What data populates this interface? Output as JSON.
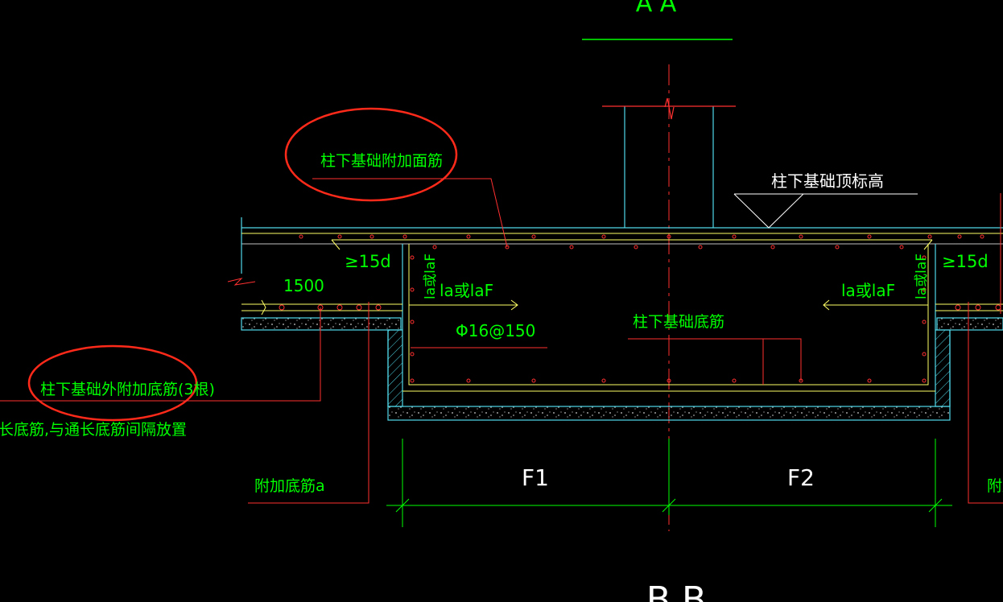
{
  "labels": {
    "top_section_mark": "A  A",
    "bottom_section_mark": "B  B",
    "extra_top_bar": "柱下基础附加面筋",
    "foundation_top_elevation": "柱下基础顶标高",
    "hook_15d_left": "≥15d",
    "hook_15d_right": "≥15d",
    "anchor_vertical_left": "la或laF",
    "anchor_vertical_right": "la或laF",
    "anchor_horizontal_left": "la或laF",
    "anchor_horizontal_right": "la或laF",
    "dim_1500": "1500",
    "rebar_spec": "Φ16@150",
    "foundation_bottom_bar": "柱下基础底筋",
    "outer_extra_bottom_bar": "柱下基础外附加底筋(3根)",
    "note_alternate": "长底筋,与通长底筋间隔放置",
    "extra_bottom_bar_a_left": "附加底筋a",
    "extra_bottom_bar_a_right": "附加",
    "dim_f1": "F1",
    "dim_f2": "F2"
  },
  "colors": {
    "background": "#000000",
    "text_green": "#00ff00",
    "text_white": "#ffffff",
    "leader_red": "#ff0000",
    "concrete_cyan": "#4fd8e8",
    "rebar_yellow": "#ffff66",
    "highlight_ellipse": "#ff2a1a"
  }
}
